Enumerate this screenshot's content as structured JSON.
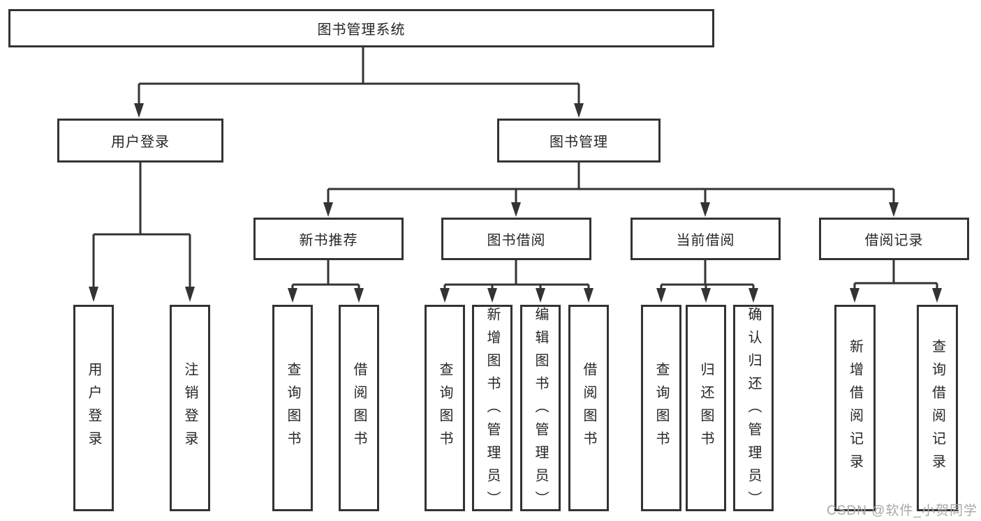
{
  "colors": {
    "line": "#333333",
    "box_border": "#333333",
    "box_background": "#ffffff",
    "text": "#262626",
    "watermark": "#a8a8a8",
    "page_background": "#ffffff"
  },
  "nodes": {
    "root": "图书管理系统",
    "level2": [
      "用户登录",
      "图书管理"
    ],
    "level3": [
      "新书推荐",
      "图书借阅",
      "当前借阅",
      "借阅记录"
    ]
  },
  "leaves": [
    "用户登录",
    "注销登录",
    "查询图书",
    "借阅图书",
    "查询图书",
    "新增图书（管理员）",
    "编辑图书（管理员）",
    "借阅图书",
    "查询图书",
    "归还图书",
    "确认归还（管理员）",
    "新增借阅记录",
    "查询借阅记录"
  ],
  "watermark": "CSDN @软件_小贺同学"
}
